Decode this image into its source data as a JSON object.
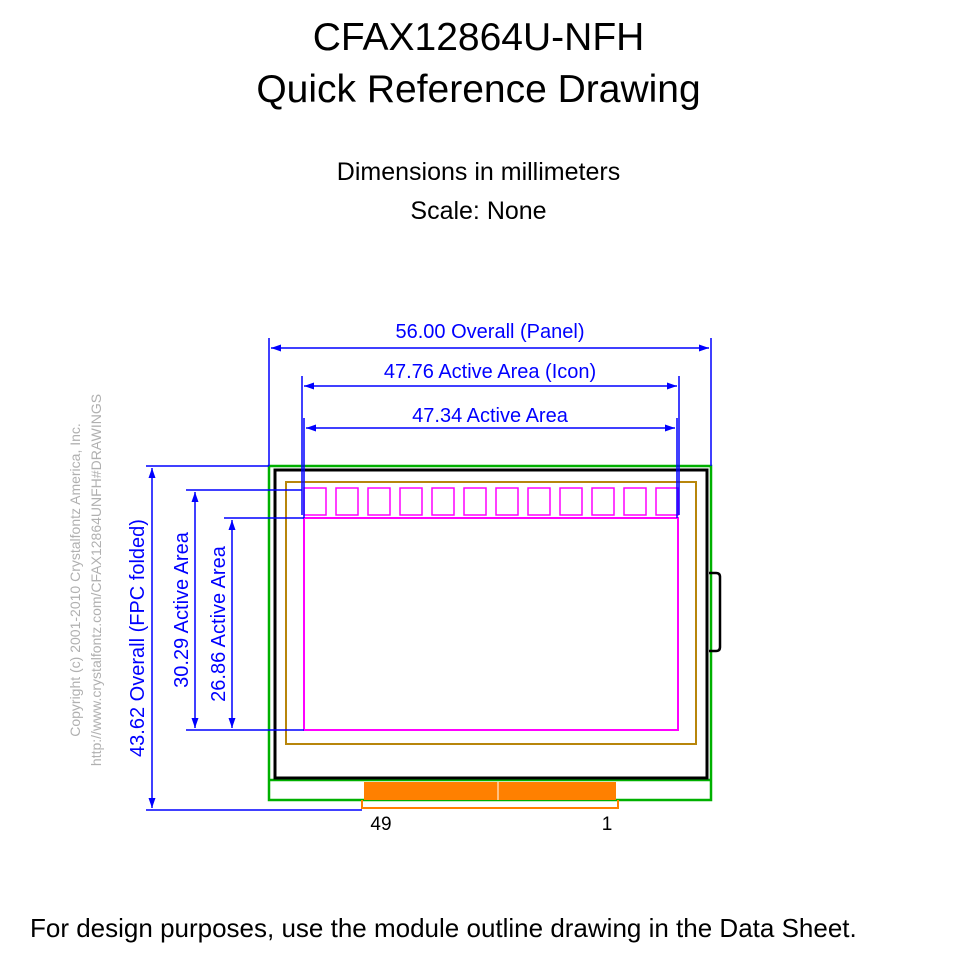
{
  "header": {
    "title_line1": "CFAX12864U-NFH",
    "title_line2": "Quick Reference Drawing",
    "units": "Dimensions in millimeters",
    "scale": "Scale: None"
  },
  "dimensions": {
    "overall_width": "56.00 Overall (Panel)",
    "icon_active_width": "47.76 Active Area (Icon)",
    "active_width": "47.34 Active Area",
    "overall_height": "43.62 Overall (FPC folded)",
    "icon_active_height": "30.29 Active Area",
    "active_height": "26.86 Active Area"
  },
  "copyright": {
    "line1": "Copyright (c) 2001-2010 Crystalfontz America, Inc.",
    "line2": "http://www.crystalfontz.com/CFAX12864UNFH#DRAWINGS"
  },
  "pins": {
    "left_label": "49",
    "right_label": "1"
  },
  "footer": {
    "note": "For design purposes, use the module outline drawing in the Data Sheet."
  },
  "colors": {
    "dimension": "#0000ff",
    "panel_outline": "#00b000",
    "module_outline": "#000000",
    "bezel": "#b8860b",
    "active_area": "#ff00ff",
    "fpc": "#ff8000",
    "copyright": "#b0b0b0"
  }
}
